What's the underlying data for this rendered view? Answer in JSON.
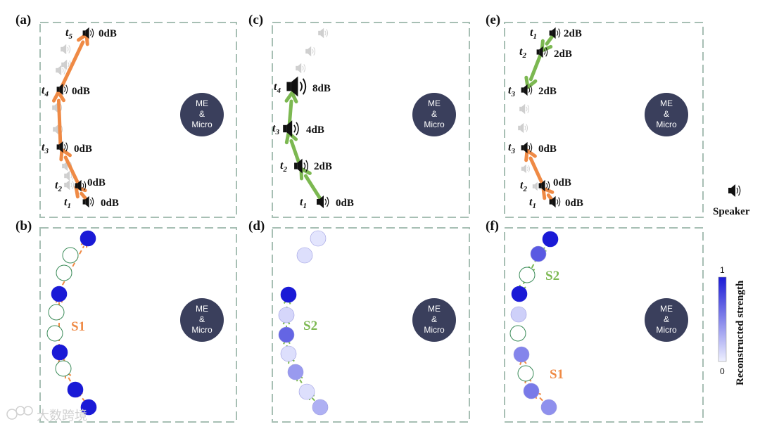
{
  "colors": {
    "orange": "#ef8a45",
    "green": "#7cb851",
    "navy": "#3a3f5c",
    "blue": "#1a1ad6",
    "frame": "#a7bfb4"
  },
  "me_label": [
    "ME",
    "&",
    "Micro"
  ],
  "top_panels": [
    {
      "tag": "(a)",
      "ghost": [
        "g"
      ],
      "speakers": [
        {
          "id": "t5",
          "t": "t",
          "sub": "5",
          "db": "0dB",
          "size": 1
        },
        {
          "id": "t4",
          "t": "t",
          "sub": "4",
          "db": "0dB",
          "size": 1
        },
        {
          "id": "t3",
          "t": "t",
          "sub": "3",
          "db": "0dB",
          "size": 1
        },
        {
          "id": "t2",
          "t": "t",
          "sub": "2",
          "db": "0dB",
          "size": 1
        },
        {
          "id": "t1",
          "t": "t",
          "sub": "1",
          "db": "0dB",
          "size": 1
        }
      ]
    },
    {
      "tag": "(c)",
      "speakers": [
        {
          "id": "t4",
          "t": "t",
          "sub": "4",
          "db": "8dB",
          "size": 1.6
        },
        {
          "id": "t3",
          "t": "t",
          "sub": "3",
          "db": "4dB",
          "size": 1.3
        },
        {
          "id": "t2",
          "t": "t",
          "sub": "2",
          "db": "2dB",
          "size": 1.15
        },
        {
          "id": "t1",
          "t": "t",
          "sub": "1",
          "db": "0dB",
          "size": 1
        }
      ]
    },
    {
      "tag": "(e)",
      "speakers": [
        {
          "id": "t1a",
          "t": "t",
          "sub": "1",
          "db": "2dB",
          "size": 1
        },
        {
          "id": "t2a",
          "t": "t",
          "sub": "2",
          "db": "2dB",
          "size": 1
        },
        {
          "id": "t3a",
          "t": "t",
          "sub": "3",
          "db": "2dB",
          "size": 1
        },
        {
          "id": "t3b",
          "t": "t",
          "sub": "3",
          "db": "0dB",
          "size": 1
        },
        {
          "id": "t2b",
          "t": "t",
          "sub": "2",
          "db": "0dB",
          "size": 1
        },
        {
          "id": "t1b",
          "t": "t",
          "sub": "1",
          "db": "0dB",
          "size": 1
        }
      ]
    }
  ],
  "bottom_panels": [
    {
      "tag": "(b)",
      "source": "S1",
      "strengths": [
        1,
        0,
        0,
        1,
        0,
        0,
        1,
        0,
        1,
        1
      ]
    },
    {
      "tag": "(d)",
      "source": "S2",
      "strengths": [
        0.05,
        0.08,
        1,
        0.12,
        0.65,
        0.08,
        0.4,
        0.08,
        0.3
      ]
    },
    {
      "tag": "(f)",
      "sources": [
        "S2",
        "S1"
      ],
      "strengths": [
        1,
        0.7,
        0,
        1,
        0.15,
        0,
        0.5,
        0,
        0.55,
        0.45
      ]
    }
  ],
  "legend": {
    "speaker": "Speaker",
    "colorbar_title": "Reconstructed strength",
    "colorbar_max": "1",
    "colorbar_min": "0"
  },
  "watermark": "大数跨境"
}
